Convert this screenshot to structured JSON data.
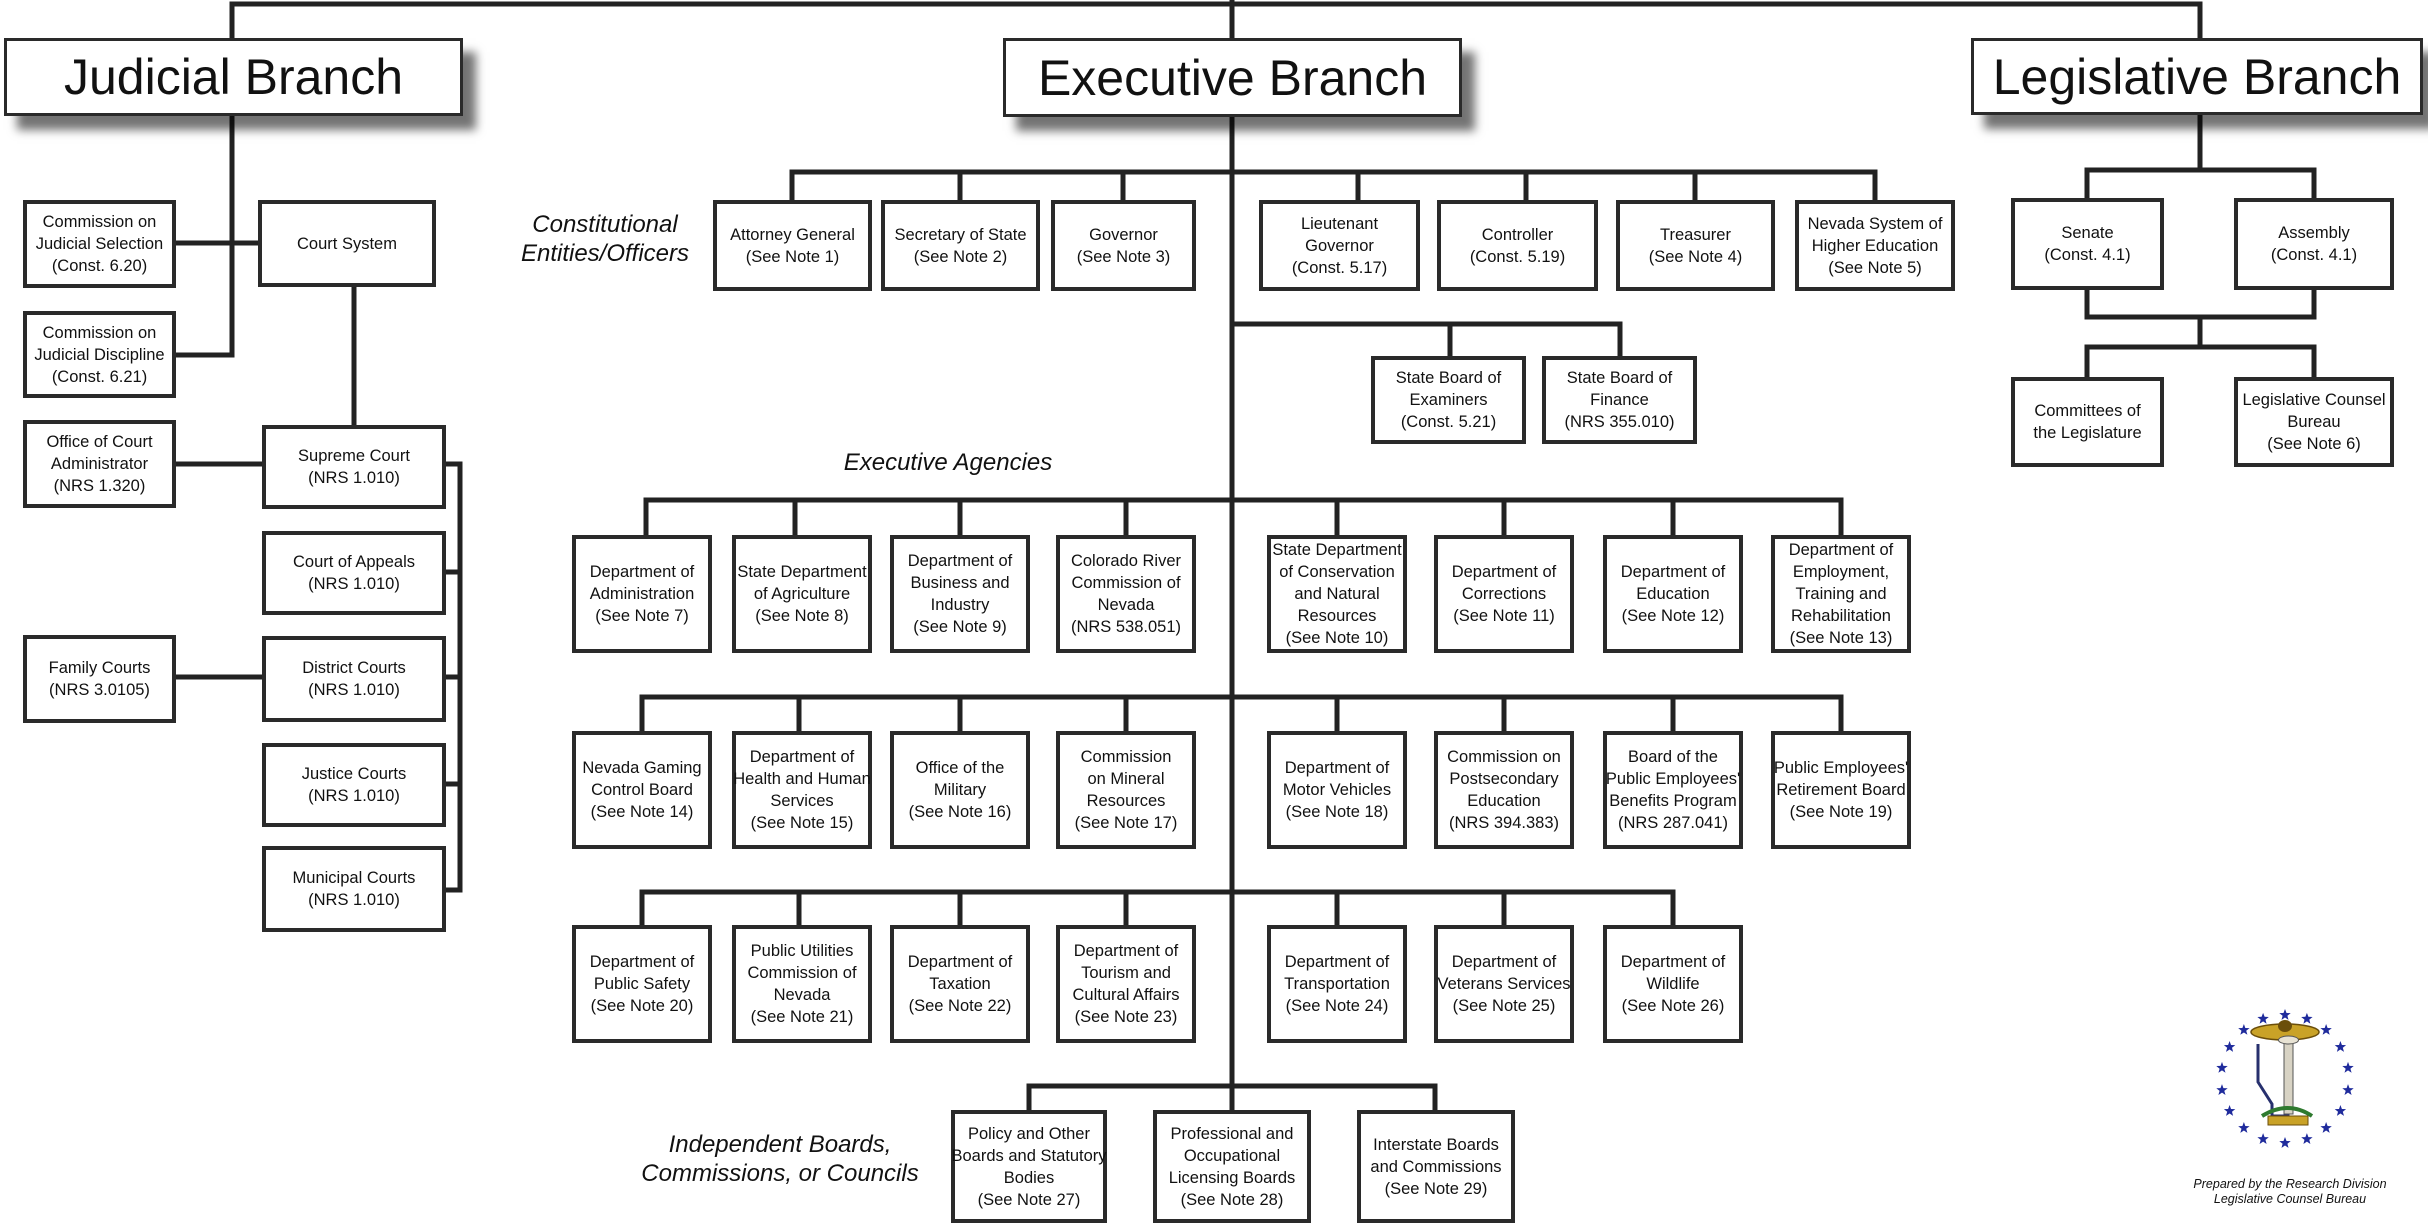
{
  "branches": {
    "judicial": "Judicial Branch",
    "executive": "Executive Branch",
    "legislative": "Legislative Branch"
  },
  "section_labels": {
    "constitutional": [
      "Constitutional",
      "Entities/Officers"
    ],
    "executive_agencies": "Executive Agencies",
    "independent": [
      "Independent Boards,",
      "Commissions, or Councils"
    ]
  },
  "judicial": {
    "commission_selection": [
      "Commission on",
      "Judicial Selection",
      "(Const. 6.20)"
    ],
    "commission_discipline": [
      "Commission on",
      "Judicial Discipline",
      "(Const. 6.21)"
    ],
    "court_system": [
      "Court System"
    ],
    "office_court_admin": [
      "Office of Court",
      "Administrator",
      "(NRS 1.320)"
    ],
    "supreme_court": [
      "Supreme Court",
      "(NRS 1.010)"
    ],
    "court_appeals": [
      "Court of Appeals",
      "(NRS 1.010)"
    ],
    "family_courts": [
      "Family Courts",
      "(NRS 3.0105)"
    ],
    "district_courts": [
      "District Courts",
      "(NRS 1.010)"
    ],
    "justice_courts": [
      "Justice Courts",
      "(NRS 1.010)"
    ],
    "municipal_courts": [
      "Municipal Courts",
      "(NRS 1.010)"
    ]
  },
  "constitutional_officers": [
    [
      "Attorney General",
      "(See Note 1)"
    ],
    [
      "Secretary of State",
      "(See Note 2)"
    ],
    [
      "Governor",
      "(See Note 3)"
    ],
    [
      "Lieutenant",
      "Governor",
      "(Const. 5.17)"
    ],
    [
      "Controller",
      "(Const. 5.19)"
    ],
    [
      "Treasurer",
      "(See Note 4)"
    ],
    [
      "Nevada System of",
      "Higher Education",
      "(See Note 5)"
    ]
  ],
  "state_boards": [
    [
      "State Board of",
      "Examiners",
      "(Const. 5.21)"
    ],
    [
      "State Board of",
      "Finance",
      "(NRS 355.010)"
    ]
  ],
  "agencies_row1": [
    [
      "Department of",
      "Administration",
      "(See Note 7)"
    ],
    [
      "State Department",
      "of Agriculture",
      "(See Note 8)"
    ],
    [
      "Department of",
      "Business and",
      "Industry",
      "(See Note 9)"
    ],
    [
      "Colorado River",
      "Commission of",
      "Nevada",
      "(NRS 538.051)"
    ],
    [
      "State Department",
      "of Conservation",
      "and Natural",
      "Resources",
      "(See Note 10)"
    ],
    [
      "Department of",
      "Corrections",
      "(See Note 11)"
    ],
    [
      "Department of",
      "Education",
      "(See Note 12)"
    ],
    [
      "Department of",
      "Employment,",
      "Training and",
      "Rehabilitation",
      "(See Note 13)"
    ]
  ],
  "agencies_row2": [
    [
      "Nevada Gaming",
      "Control Board",
      "(See Note 14)"
    ],
    [
      "Department of",
      "Health and Human",
      "Services",
      "(See Note 15)"
    ],
    [
      "Office of the",
      "Military",
      "(See Note 16)"
    ],
    [
      "Commission",
      "on Mineral",
      "Resources",
      "(See Note 17)"
    ],
    [
      "Department of",
      "Motor Vehicles",
      "(See Note 18)"
    ],
    [
      "Commission on",
      "Postsecondary",
      "Education",
      "(NRS 394.383)"
    ],
    [
      "Board of the",
      "Public Employees'",
      "Benefits Program",
      "(NRS 287.041)"
    ],
    [
      "Public Employees'",
      "Retirement Board",
      "(See Note 19)"
    ]
  ],
  "agencies_row3": [
    [
      "Department of",
      "Public Safety",
      "(See Note 20)"
    ],
    [
      "Public Utilities",
      "Commission of",
      "Nevada",
      "(See Note 21)"
    ],
    [
      "Department of",
      "Taxation",
      "(See Note 22)"
    ],
    [
      "Department of",
      "Tourism and",
      "Cultural Affairs",
      "(See Note 23)"
    ],
    [
      "Department of",
      "Transportation",
      "(See Note 24)"
    ],
    [
      "Department of",
      "Veterans Services",
      "(See Note 25)"
    ],
    [
      "Department of",
      "Wildlife",
      "(See Note 26)"
    ]
  ],
  "independent_boards": [
    [
      "Policy and Other",
      "Boards and Statutory",
      "Bodies",
      "(See Note 27)"
    ],
    [
      "Professional and",
      "Occupational",
      "Licensing Boards",
      "(See Note 28)"
    ],
    [
      "Interstate Boards",
      "and Commissions",
      "(See Note 29)"
    ]
  ],
  "legislative": {
    "senate": [
      "Senate",
      "(Const. 4.1)"
    ],
    "assembly": [
      "Assembly",
      "(Const. 4.1)"
    ],
    "committees": [
      "Committees of",
      "the Legislature"
    ],
    "lcb": [
      "Legislative Counsel",
      "Bureau",
      "(See Note 6)"
    ]
  },
  "seal": {
    "name": "seal-icon",
    "star_color": "#1f2b9c",
    "gold": "#c9a227",
    "blue": "#27306e"
  },
  "prepared_by": [
    "Prepared by the Research Division",
    "Legislative Counsel Bureau"
  ]
}
